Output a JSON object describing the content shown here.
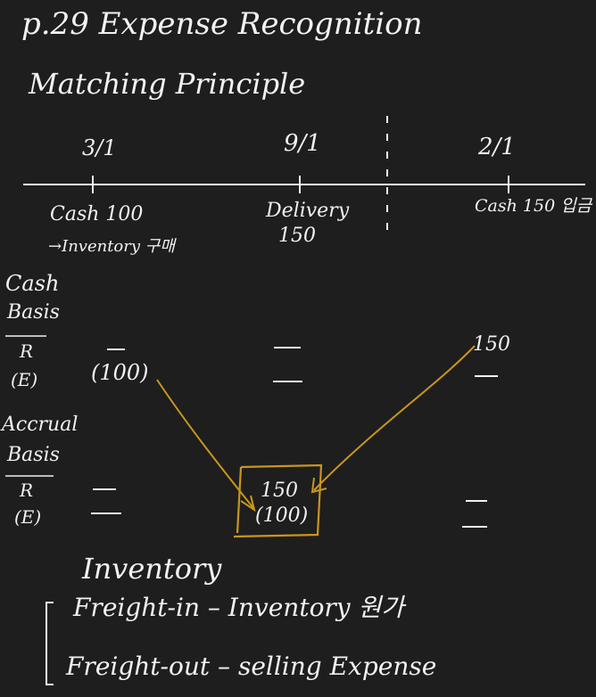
{
  "title": "p.29 Expense Recognition",
  "subtitle": "Matching Principle",
  "timeline": {
    "dates": [
      "3/1",
      "9/1",
      "2/1"
    ],
    "events": {
      "first": [
        "Cash 100",
        "→Inventory 구매"
      ],
      "second": [
        "Delivery",
        "150"
      ],
      "third": "Cash 150 입금"
    }
  },
  "cash_basis": {
    "header": [
      "Cash",
      "Basis"
    ],
    "row_labels": [
      "R",
      "(E)"
    ],
    "expense_first": "(100)",
    "revenue_third": "150"
  },
  "accrual_basis": {
    "header": [
      "Accrual",
      "Basis"
    ],
    "row_labels": [
      "R",
      "(E)"
    ],
    "matched_revenue": "150",
    "matched_expense": "(100)"
  },
  "inventory_notes": {
    "heading": "Inventory",
    "items": [
      "Freight-in – Inventory 원가",
      "Freight-out – selling Expense"
    ]
  },
  "colors": {
    "ink": "#f2f2f2",
    "highlight": "#c9961e",
    "background": "#1e1e1e"
  }
}
